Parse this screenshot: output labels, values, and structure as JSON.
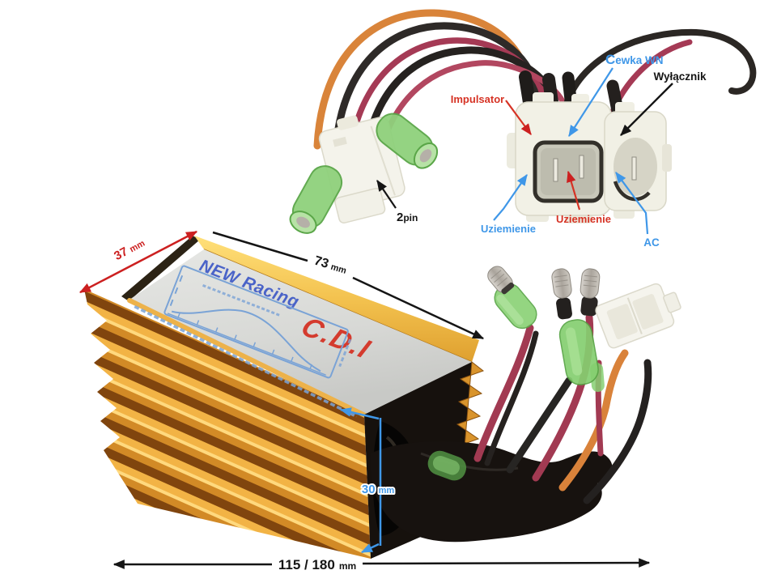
{
  "figure": {
    "description": "Annotated product photo of a racing CDI ignition module with wiring harness and connectors",
    "background": "#ffffff"
  },
  "palette": {
    "annotation_red": "#d63325",
    "annotation_blue": "#3f97e8",
    "annotation_black": "#151515",
    "dimension_red": "#cc2020",
    "heatsink_gold": "#e8a93c",
    "label_background": "#d9dad8",
    "wire_orange": "#d9843a",
    "wire_maroon": "#a23a52",
    "wire_black": "#262220",
    "sleeve_green": "#8bd277"
  },
  "annotations": {
    "impulsator": {
      "text": "Impulsator",
      "color": "#d63325"
    },
    "cewka_wn": {
      "initial": "C",
      "rest": "ewka WN",
      "color": "#3f97e8"
    },
    "wylacznik": {
      "text": "Wyłącznik",
      "color": "#151515"
    },
    "uziemienie_left": {
      "text": "Uziemienie",
      "color": "#3f97e8"
    },
    "uziemienie_center": {
      "text": "Uziemienie",
      "color": "#d63325"
    },
    "ac": {
      "text": "AC",
      "color": "#3f97e8"
    },
    "two_pin": {
      "value": "2",
      "suffix": "pin",
      "color": "#151515"
    }
  },
  "dimensions": {
    "width": {
      "value": "37",
      "unit": "mm",
      "color": "#cc2020"
    },
    "depth": {
      "value": "73",
      "unit": "mm",
      "color": "#151515"
    },
    "height": {
      "value": "30",
      "unit": "mm",
      "color": "#3f97e8"
    },
    "length": {
      "value": "115 / 180",
      "unit": "mm",
      "color": "#151515"
    }
  },
  "device_label": {
    "brand": "NEW Racing",
    "model": "C.D.I",
    "brand_color": "#4a63c8",
    "model_color": "#d43b2e"
  }
}
